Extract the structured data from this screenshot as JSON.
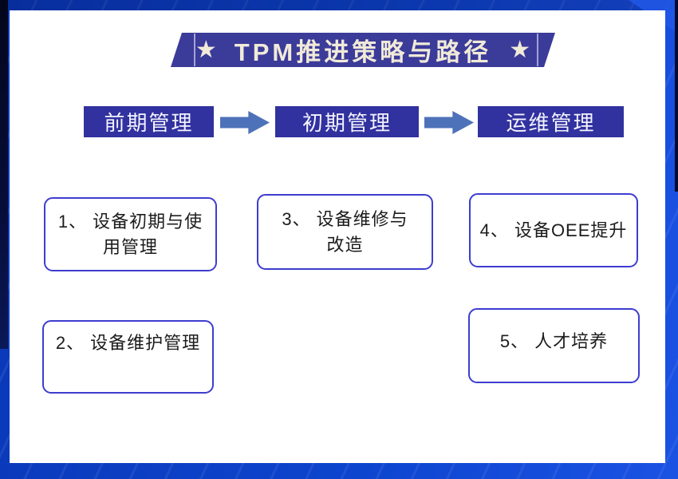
{
  "banner": {
    "title": "TPM推进策略与路径",
    "star": "★"
  },
  "stages": [
    {
      "label": "前期管理"
    },
    {
      "label": "初期管理"
    },
    {
      "label": "运维管理"
    }
  ],
  "boxes": [
    {
      "label": "1、 设备初期与使\n用管理"
    },
    {
      "label": "2、 设备维护管理"
    },
    {
      "label": "3、 设备维修与\n改造"
    },
    {
      "label": "4、 设备OEE提升"
    },
    {
      "label": "5、 人才培养"
    }
  ],
  "colors": {
    "frame_blue": "#0d44cd",
    "frame_dark": "#0a38b8",
    "frame_light": "#1b52e3",
    "banner": "#3b3b9a",
    "bar": "#31319f",
    "arrow": "#4e72b9",
    "box_border": "#3d3dd0",
    "cream": "#f0ead8"
  }
}
